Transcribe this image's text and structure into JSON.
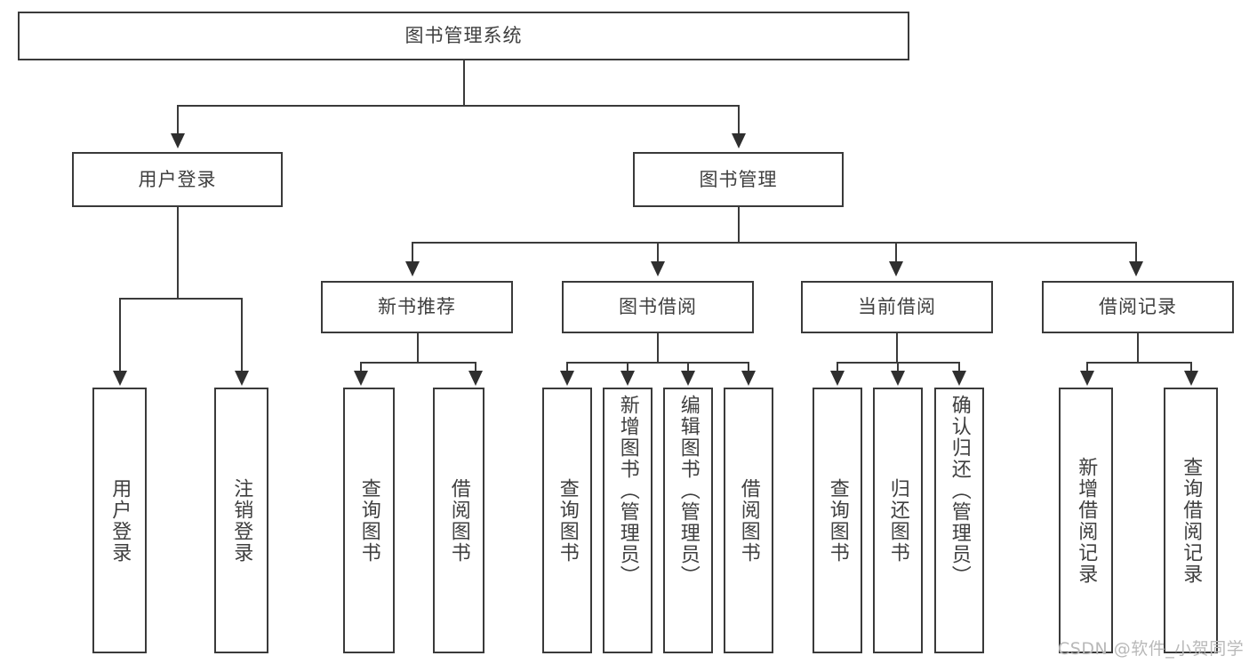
{
  "diagram": {
    "type": "tree-hierarchy",
    "root": {
      "id": "root",
      "label": "图书管理系统"
    },
    "level1": [
      {
        "id": "user-login",
        "label": "用户登录"
      },
      {
        "id": "book-management",
        "label": "图书管理"
      }
    ],
    "level2": [
      {
        "id": "new-book-recommend",
        "label": "新书推荐",
        "parent": "book-management"
      },
      {
        "id": "book-borrow",
        "label": "图书借阅",
        "parent": "book-management"
      },
      {
        "id": "current-borrow",
        "label": "当前借阅",
        "parent": "book-management"
      },
      {
        "id": "borrow-record",
        "label": "借阅记录",
        "parent": "book-management"
      }
    ],
    "leaves": {
      "user-login": [
        {
          "id": "leaf-user-login",
          "label": "用户登录"
        },
        {
          "id": "leaf-user-logout",
          "label": "注销登录"
        }
      ],
      "new-book-recommend": [
        {
          "id": "leaf-query-book-1",
          "label": "查询图书"
        },
        {
          "id": "leaf-borrow-book-1",
          "label": "借阅图书"
        }
      ],
      "book-borrow": [
        {
          "id": "leaf-query-book-2",
          "label": "查询图书"
        },
        {
          "id": "leaf-add-book",
          "label": "新增图书（管理员）"
        },
        {
          "id": "leaf-edit-book",
          "label": "编辑图书（管理员）"
        },
        {
          "id": "leaf-borrow-book-2",
          "label": "借阅图书"
        }
      ],
      "current-borrow": [
        {
          "id": "leaf-query-book-3",
          "label": "查询图书"
        },
        {
          "id": "leaf-return-book",
          "label": "归还图书"
        },
        {
          "id": "leaf-confirm-return",
          "label": "确认归还（管理员）"
        }
      ],
      "borrow-record": [
        {
          "id": "leaf-add-record",
          "label": "新增借阅记录"
        },
        {
          "id": "leaf-query-record",
          "label": "查询借阅记录"
        }
      ]
    }
  },
  "watermark": {
    "text": "CSDN @软件_小贺同学"
  },
  "colors": {
    "stroke": "#3a3a3a",
    "text": "#3f3f3f",
    "background": "#ffffff",
    "watermark": "#b9b9b9"
  }
}
